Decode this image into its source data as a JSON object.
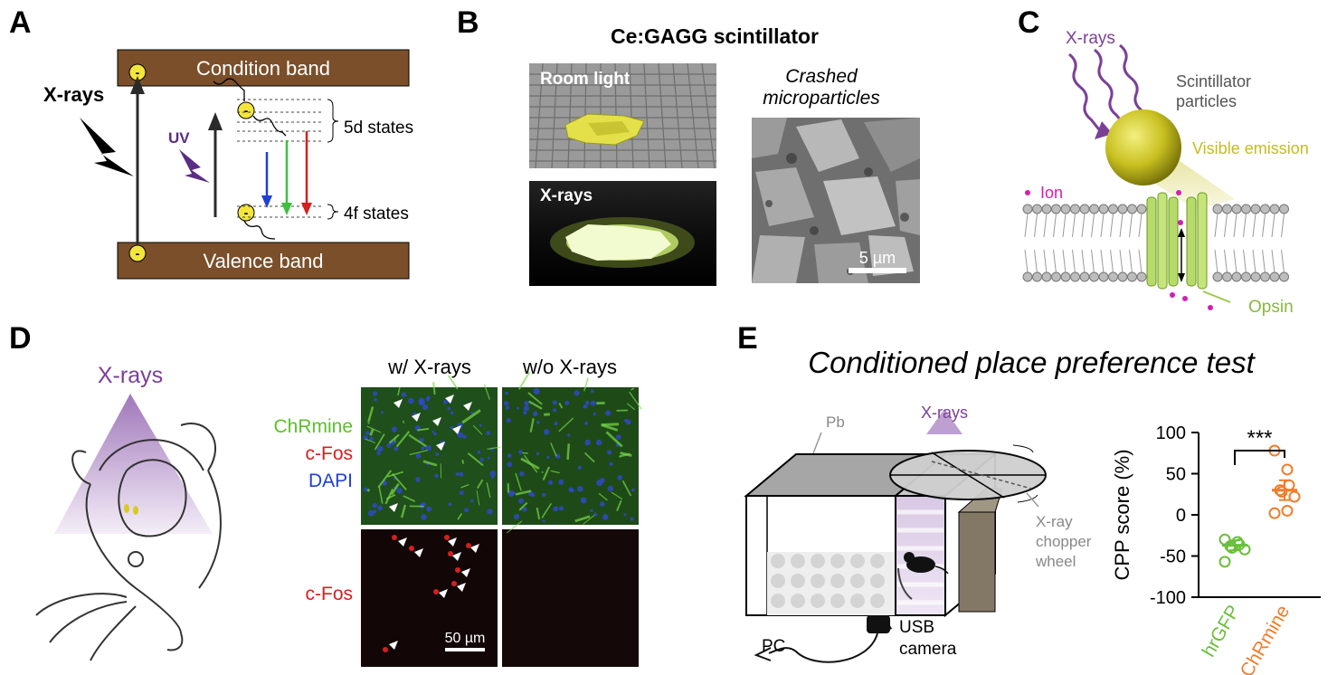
{
  "panels": {
    "a": {
      "letter": "A",
      "condition_band": "Condition band",
      "valence_band": "Valence band",
      "xrays": "X-rays",
      "uv": "UV",
      "state_5d": "5d states",
      "state_4f": "4f states",
      "electron": "-"
    },
    "b": {
      "letter": "B",
      "title": "Ce:GAGG scintillator",
      "room_light": "Room light",
      "xrays": "X-rays",
      "crashed_line1": "Crashed",
      "crashed_line2": "microparticles",
      "scale": "5 µm"
    },
    "c": {
      "letter": "C",
      "xrays": "X-rays",
      "scint_line1": "Scintillator",
      "scint_line2": "particles",
      "visible_emission": "Visible emission",
      "ion": "Ion",
      "opsin": "Opsin"
    },
    "d": {
      "letter": "D",
      "xrays": "X-rays",
      "col_with": "w/ X-rays",
      "col_without": "w/o X-rays",
      "chrmine": "ChRmine",
      "cfos": "c-Fos",
      "dapi": "DAPI",
      "cfos_row2": "c-Fos",
      "scale": "50 µm"
    },
    "e": {
      "letter": "E",
      "title": "Conditioned place preference test",
      "pb": "Pb",
      "xrays": "X-rays",
      "chopper_line1": "X-ray",
      "chopper_line2": "chopper",
      "chopper_line3": "wheel",
      "usb_line1": "USB",
      "usb_line2": "camera",
      "pc": "PC"
    }
  },
  "colors": {
    "band_brown": "#7a4f2a",
    "purple": "#7b3f98",
    "chrmine_green": "#5cbf2a",
    "cfos_red": "#d42020",
    "dapi_blue": "#1f3fd6",
    "hrgfp_green": "#6abf3b",
    "chrmine_orange": "#f07c2a",
    "scint_yellow": "#c8c020"
  },
  "chart_data": {
    "type": "scatter",
    "ylabel": "CPP score (%)",
    "ylim": [
      -100,
      100
    ],
    "yticks": [
      -100,
      -50,
      0,
      50,
      100
    ],
    "categories": [
      "hrGFP",
      "ChRmine"
    ],
    "significance": "***",
    "series": [
      {
        "name": "hrGFP",
        "color": "#6abf3b",
        "mean": -37,
        "sem": 6,
        "values": [
          -30,
          -33,
          -36,
          -38,
          -40,
          -42,
          -57
        ]
      },
      {
        "name": "ChRmine",
        "color": "#f07c2a",
        "mean": 30,
        "sem": 12,
        "values": [
          78,
          55,
          36,
          30,
          28,
          22,
          2,
          5
        ]
      }
    ]
  }
}
